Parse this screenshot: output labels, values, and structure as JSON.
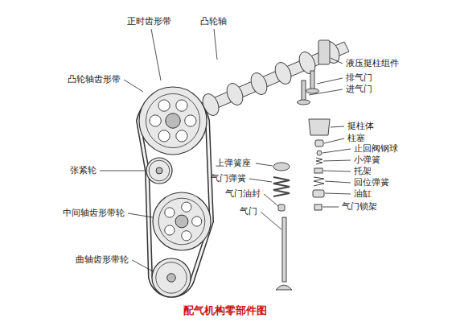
{
  "diagram": {
    "caption": "配气机构零部件图",
    "labels": [
      "正时齿形带",
      "凸轮轴",
      "液压挺柱组件",
      "凸轮轴齿形带",
      "排气门",
      "进气门",
      "挺柱体",
      "柱塞",
      "止回阀钢球",
      "张紧轮",
      "上弹簧座",
      "小弹簧",
      "气门弹簧",
      "托架",
      "回位弹簧",
      "气门油封",
      "油缸",
      "中间轴齿形带轮",
      "气门",
      "气门锁架",
      "曲轴齿形带轮"
    ]
  }
}
